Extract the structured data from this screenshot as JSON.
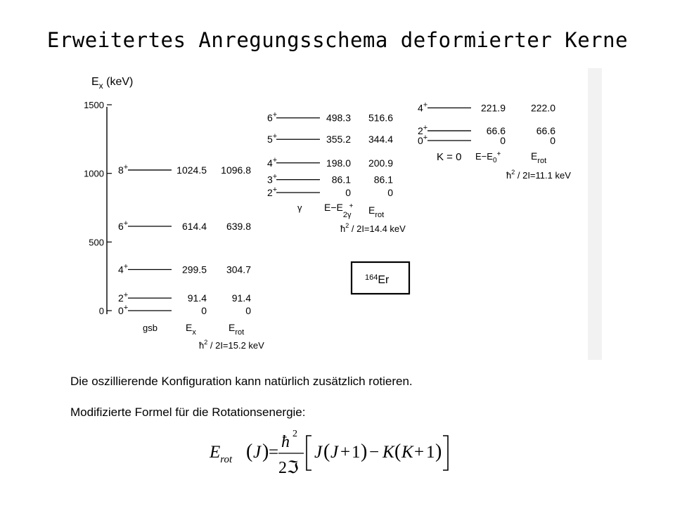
{
  "page": {
    "title": "Erweitertes Anregungsschema deformierter Kerne",
    "caption_1": "Die oszillierende Konfiguration kann natürlich zusätzlich rotieren.",
    "caption_2": "Modifizierte Formel für die Rotationsenergie:"
  },
  "diagram": {
    "energy_axis": {
      "label_main": "E",
      "label_sub": "x",
      "label_unit": " (keV)",
      "range": [
        0,
        1500
      ],
      "ticks": [
        {
          "value": 0,
          "label": "0"
        },
        {
          "value": 500,
          "label": "500"
        },
        {
          "value": 1000,
          "label": "1000"
        },
        {
          "value": 1500,
          "label": "1500"
        }
      ]
    },
    "nucleus": {
      "mass": "164",
      "symbol": "Er"
    },
    "bands": [
      {
        "id": "gsb",
        "name": "gsb",
        "col1_main": "E",
        "col1_sub": "x",
        "col2_main": "E",
        "col2_sub": "rot",
        "param_a": "ħ",
        "param_sup": "2",
        "param_b": " / 2I=15.2 keV",
        "levels": [
          {
            "spin": "0",
            "parity": "+",
            "value": 0,
            "col1": "0",
            "col2": "0"
          },
          {
            "spin": "2",
            "parity": "+",
            "value": 91.4,
            "col1": "91.4",
            "col2": "91.4"
          },
          {
            "spin": "4",
            "parity": "+",
            "value": 299.5,
            "col1": "299.5",
            "col2": "304.7"
          },
          {
            "spin": "6",
            "parity": "+",
            "value": 614.4,
            "col1": "614.4",
            "col2": "639.8"
          },
          {
            "spin": "8",
            "parity": "+",
            "value": 1024.5,
            "col1": "1024.5",
            "col2": "1096.8"
          }
        ]
      },
      {
        "id": "gamma",
        "name": "γ",
        "col1_main": "E−E",
        "col1_sub": "2γ",
        "col1_sup": "+",
        "col2_main": "E",
        "col2_sub": "rot",
        "param_a": "ħ",
        "param_sup": "2",
        "param_b": " / 2I=14.4 keV",
        "levels": [
          {
            "spin": "2",
            "parity": "+",
            "value": 0,
            "col1": "0",
            "col2": "0"
          },
          {
            "spin": "3",
            "parity": "+",
            "value": 86.1,
            "col1": "86.1",
            "col2": "86.1"
          },
          {
            "spin": "4",
            "parity": "+",
            "value": 198.0,
            "col1": "198.0",
            "col2": "200.9"
          },
          {
            "spin": "5",
            "parity": "+",
            "value": 355.2,
            "col1": "355.2",
            "col2": "344.4"
          },
          {
            "spin": "6",
            "parity": "+",
            "value": 498.3,
            "col1": "498.3",
            "col2": "516.6"
          }
        ]
      },
      {
        "id": "k0",
        "name": "K = 0",
        "col1_main": "E−E",
        "col1_sub": "0",
        "col1_sup": "+",
        "col2_main": "E",
        "col2_sub": "rot",
        "param_a": "ħ",
        "param_sup": "2",
        "param_b": " / 2I=11.1 keV",
        "levels": [
          {
            "spin": "0",
            "parity": "+",
            "value": 0,
            "col1": "0",
            "col2": "0"
          },
          {
            "spin": "2",
            "parity": "+",
            "value": 66.6,
            "col1": "66.6",
            "col2": "66.6"
          },
          {
            "spin": "4",
            "parity": "+",
            "value": 221.9,
            "col1": "221.9",
            "col2": "222.0"
          }
        ]
      }
    ]
  },
  "formula": {
    "E": "E",
    "rot": "rot",
    "J": "J",
    "equals": "=",
    "hbar": "ħ",
    "two": "2",
    "two_denominator": "2",
    "moment": "ℑ",
    "plus": "+",
    "one": "1",
    "minus": "−",
    "K": "K"
  }
}
